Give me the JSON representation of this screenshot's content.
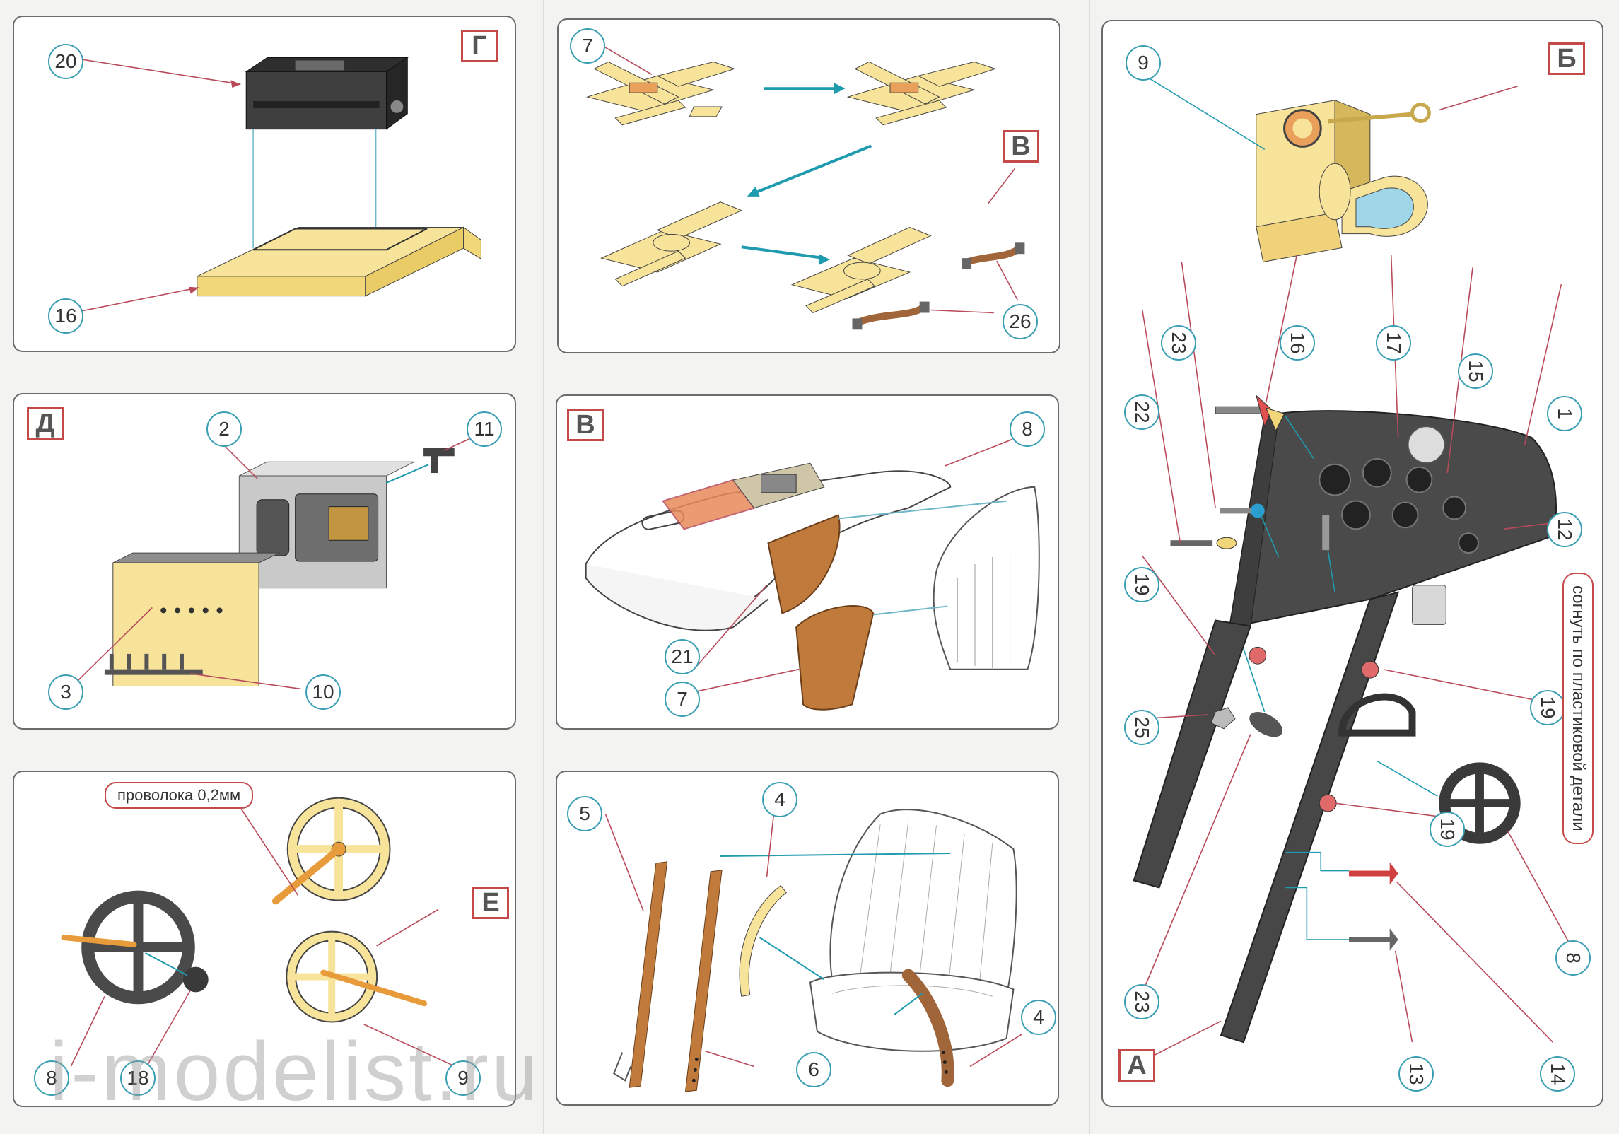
{
  "sections": {
    "G": "Г",
    "D": "Д",
    "E": "Е",
    "V_top": "В",
    "V_mid": "В",
    "B": "Б",
    "A": "А"
  },
  "notes": {
    "wire": "проволока 0,2мм",
    "fold": "согнуть по пластиковой детали"
  },
  "part_numbers": {
    "g_20": "20",
    "g_16": "16",
    "d_2": "2",
    "d_11": "11",
    "d_3": "3",
    "d_10": "10",
    "e_8": "8",
    "e_18": "18",
    "e_9": "9",
    "vt_7": "7",
    "vt_26": "26",
    "vm_8": "8",
    "vm_21": "21",
    "vm_7": "7",
    "s_5": "5",
    "s_4a": "4",
    "s_6": "6",
    "s_4b": "4",
    "b_9": "9",
    "a_23a": "23",
    "a_16": "16",
    "a_17": "17",
    "a_15": "15",
    "a_1": "1",
    "a_22": "22",
    "a_12": "12",
    "a_19a": "19",
    "a_19b": "19",
    "a_25": "25",
    "a_19c": "19",
    "a_23b": "23",
    "a_8": "8",
    "a_14": "14",
    "a_13": "13"
  },
  "watermark": "i-modelist.ru",
  "colors": {
    "frame": "#6b6b6b",
    "section_border": "#c44a4a",
    "number_ring": "#3a9fb3",
    "pointer": "#b84a5a",
    "flow_arrow": "#1f9bb0",
    "yellow_part": "#f7e39a",
    "wood": "#c07a3c",
    "dark_metal": "#4a4a4a",
    "glass": "#9fd6e8"
  }
}
